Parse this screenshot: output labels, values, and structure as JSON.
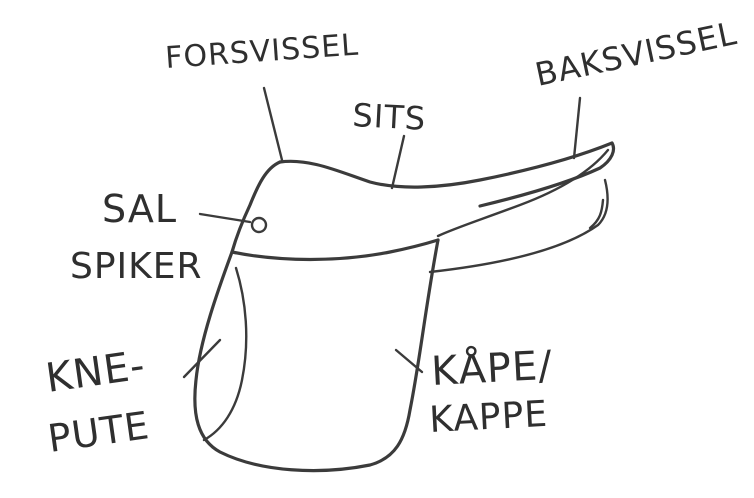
{
  "labels": {
    "forsvissel": "FORSVISSEL",
    "sits": "SITS",
    "baksvissel": "BAKSVISSEL",
    "sal_line1": "SAL",
    "spiker_line2": "SPIKER",
    "kne_line1": "KNE-",
    "pute_line2": "PUTE",
    "kape_line1": "KÅPE/",
    "kappe_line2": "KAPPE"
  }
}
